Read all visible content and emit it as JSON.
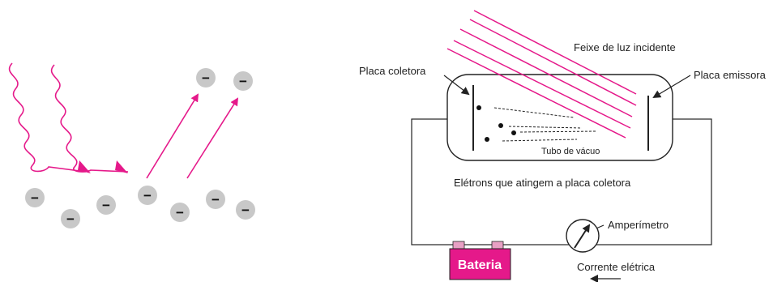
{
  "photoelectric_diagram": {
    "electron_symbol": "−",
    "labels": {
      "collector_plate": "Placa coletora",
      "emitter_plate": "Placa emissora",
      "incident_light": "Feixe de luz incidente",
      "vacuum_tube": "Tubo de vácuo",
      "electrons_reaching": "Elétrons que atingem a placa coletora",
      "ammeter": "Amperímetro",
      "battery": "Bateria",
      "electric_current": "Corrente elétrica"
    },
    "colors": {
      "light": "#e5198a",
      "battery": "#e5198a",
      "battery_terminal": "#e8a0c4",
      "electron": "#c8c8c8",
      "line": "#222222"
    }
  }
}
